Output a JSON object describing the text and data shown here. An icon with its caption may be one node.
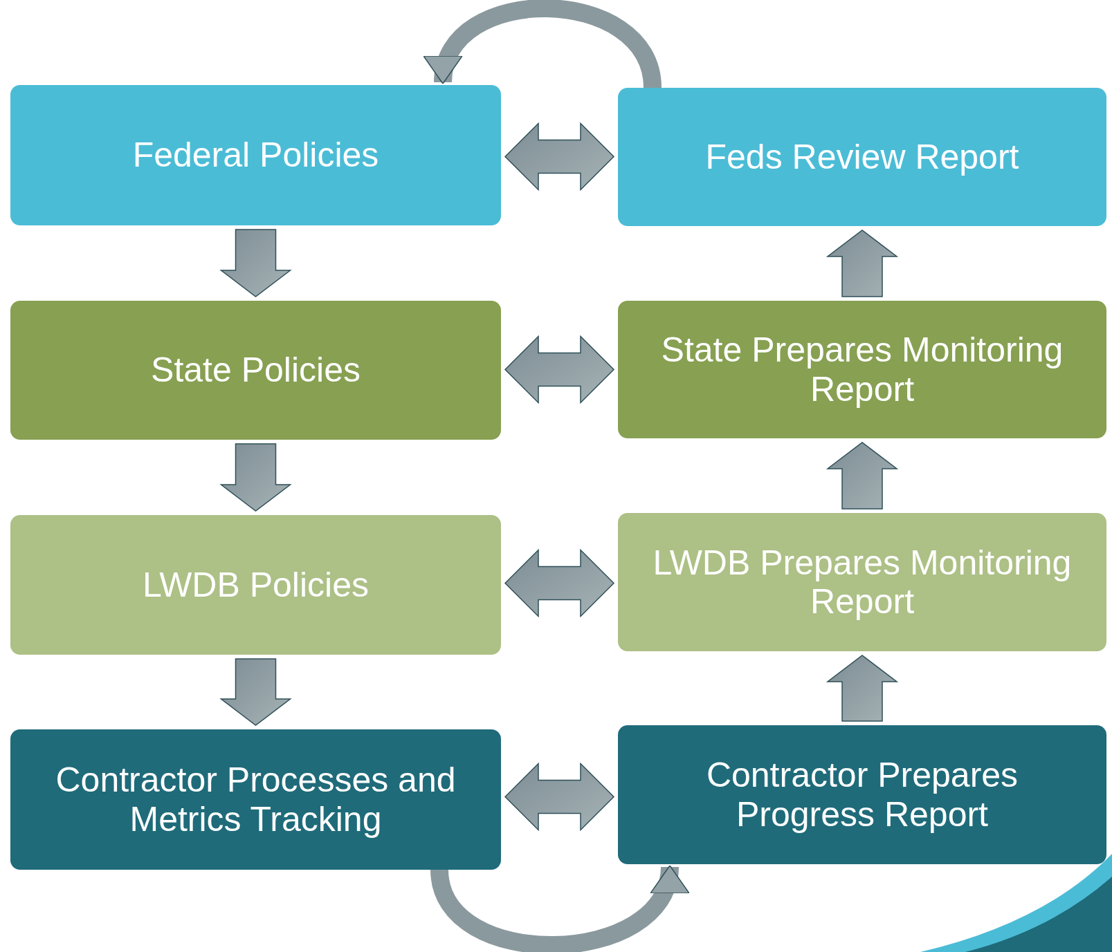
{
  "diagram": {
    "nodes": [
      {
        "text": [
          "Federal Policies"
        ]
      },
      {
        "text": [
          "Feds Review Report"
        ]
      },
      {
        "text": [
          "State Policies"
        ]
      },
      {
        "text": [
          "State Prepares Monitoring Report"
        ]
      },
      {
        "text": [
          "LWDB Policies"
        ]
      },
      {
        "text": [
          "LWDB Prepares Monitoring Report"
        ]
      },
      {
        "text": [
          "Contractor Processes and Metrics Tracking"
        ]
      },
      {
        "text": [
          "Contractor Prepares Progress Report"
        ]
      }
    ],
    "edges": [
      {
        "from": 0,
        "to": 2,
        "arrow": "to"
      },
      {
        "from": 2,
        "to": 4,
        "arrow": "to"
      },
      {
        "from": 4,
        "to": 6,
        "arrow": "to"
      },
      {
        "from": 6,
        "to": 7,
        "arrow": "to"
      },
      {
        "from": 7,
        "to": 5,
        "arrow": "to"
      },
      {
        "from": 5,
        "to": 3,
        "arrow": "to"
      },
      {
        "from": 3,
        "to": 1,
        "arrow": "to"
      },
      {
        "from": 1,
        "to": 0,
        "arrow": "to"
      },
      {
        "from": 0,
        "to": 1,
        "arrow": "both"
      },
      {
        "from": 2,
        "to": 3,
        "arrow": "both"
      },
      {
        "from": 4,
        "to": 5,
        "arrow": "both"
      },
      {
        "from": 6,
        "to": 7,
        "arrow": "both"
      }
    ]
  }
}
